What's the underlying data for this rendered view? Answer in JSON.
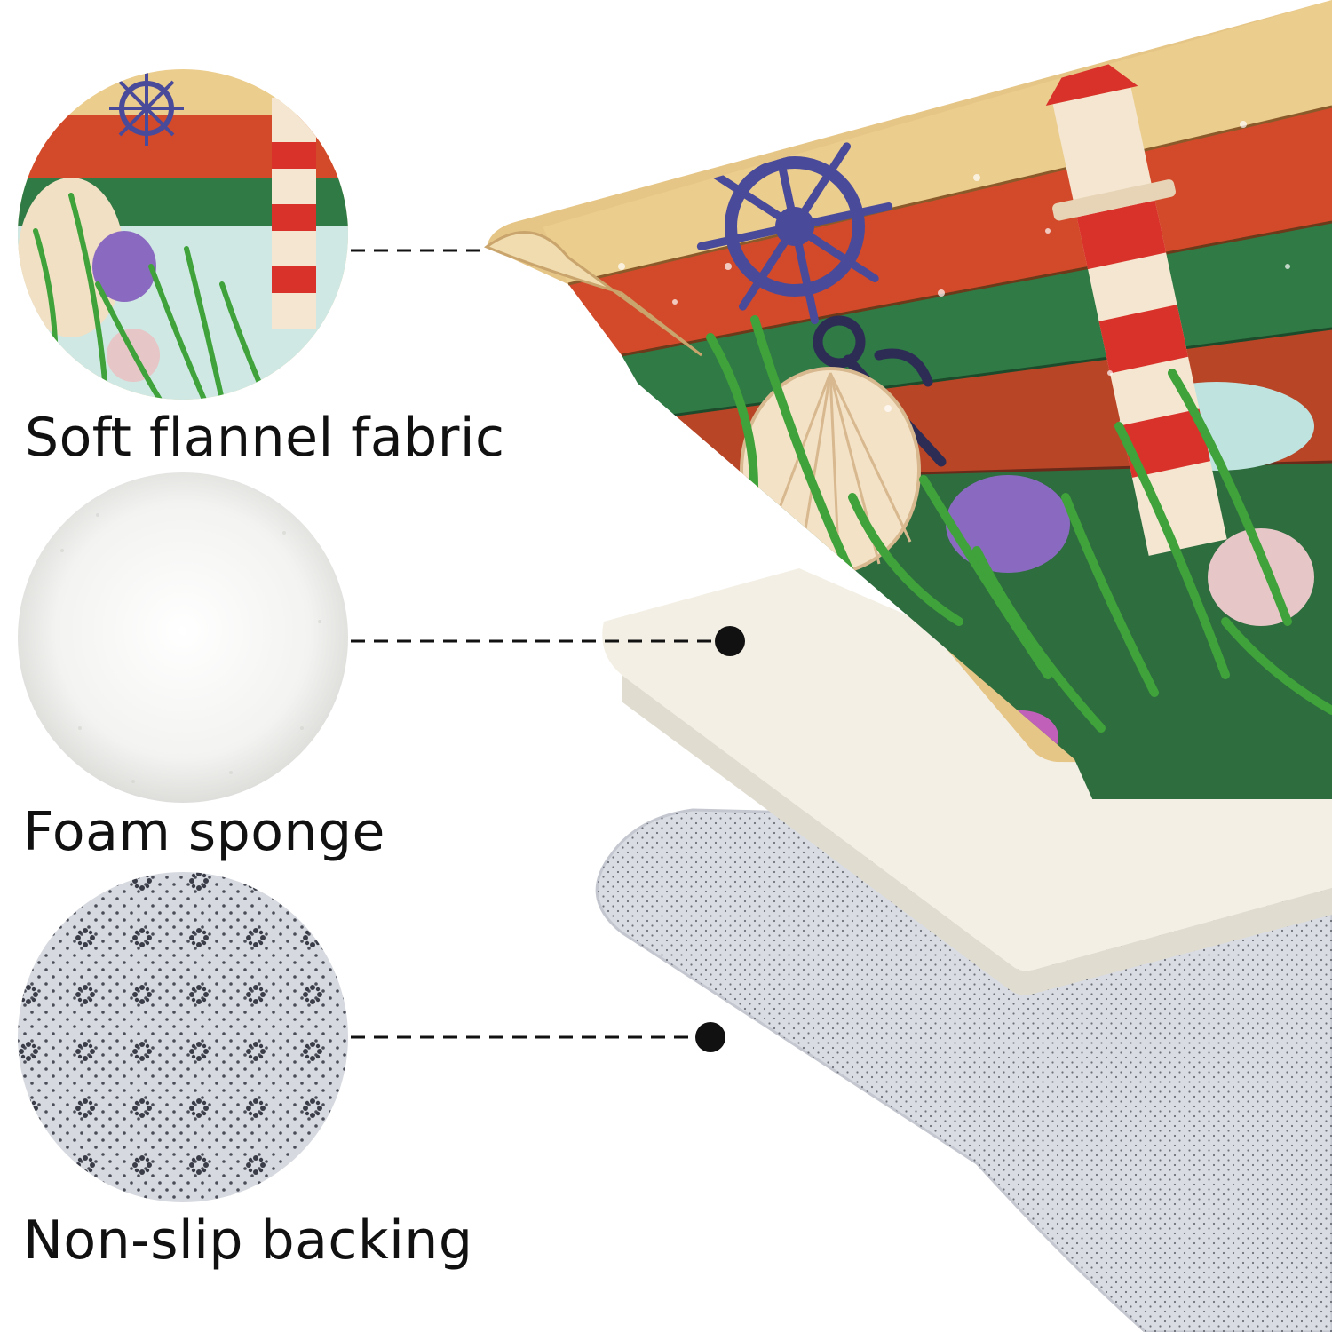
{
  "layers": [
    {
      "label": "Soft flannel fabric",
      "swatch": "printed-fabric-closeup"
    },
    {
      "label": "Foam sponge",
      "swatch": "foam-texture-closeup"
    },
    {
      "label": "Non-slip backing",
      "swatch": "dotted-backing-closeup"
    }
  ],
  "print_motifs": [
    "ship-wheel-icon",
    "anchor-icon",
    "lighthouse-icon",
    "seashell-icon",
    "seaweed-icon"
  ],
  "colors": {
    "plank_yellow": "#e8c98a",
    "plank_red": "#d24a2a",
    "plank_green": "#2f7a45",
    "foam_cream": "#f1ede2",
    "backing_grey": "#dadde2",
    "wheel_navy": "#4a4a9a",
    "seaweed_green": "#3fa23a",
    "coral_purple": "#8a6ac0",
    "lighthouse_red": "#d8322a",
    "dash_line": "#111111"
  }
}
